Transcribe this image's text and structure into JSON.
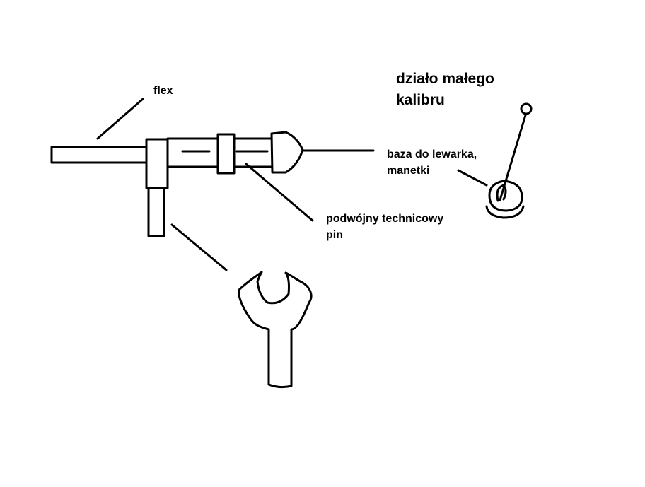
{
  "labels": {
    "title_line1": "działo małego",
    "title_line2": "kalibru",
    "flex": "flex",
    "baza_line1": "baza do lewarka,",
    "baza_line2": "manetki",
    "pin_line1": "podwójny technicowy",
    "pin_line2": "pin"
  }
}
